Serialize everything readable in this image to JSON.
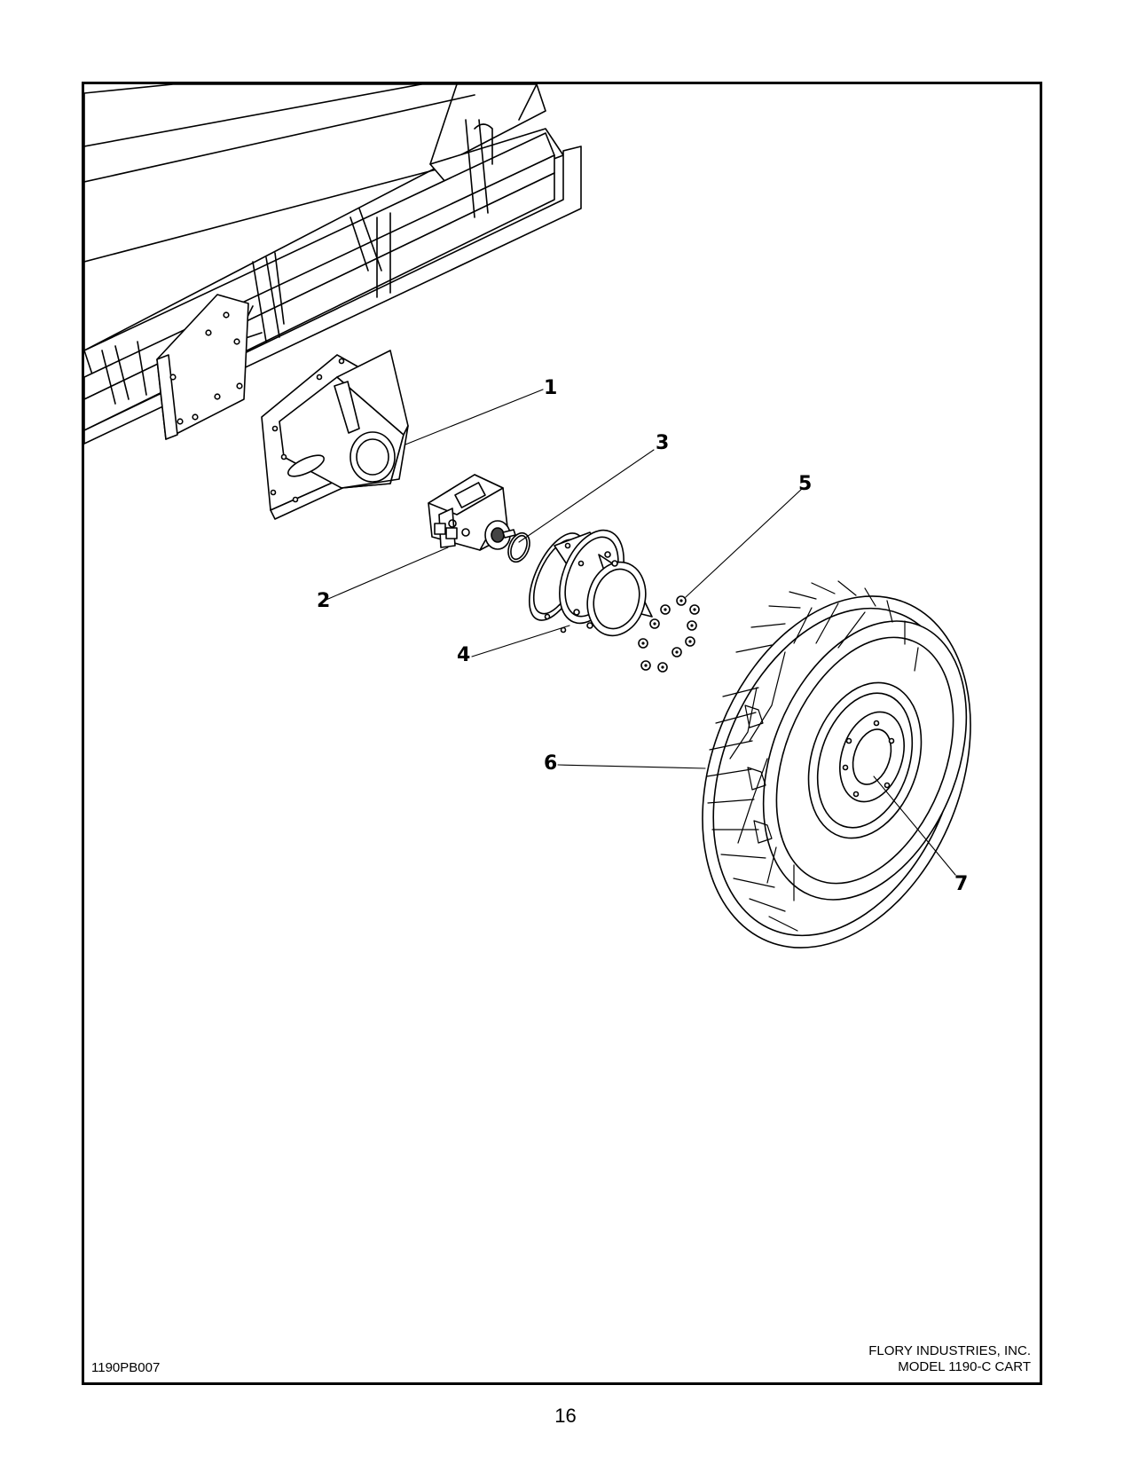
{
  "callouts": [
    "1",
    "2",
    "3",
    "4",
    "5",
    "6",
    "7"
  ],
  "footer": {
    "drawing_number": "1190PB007",
    "company": "FLORY INDUSTRIES, INC.",
    "model": "MODEL 1190-C CART"
  },
  "page_number": "16"
}
